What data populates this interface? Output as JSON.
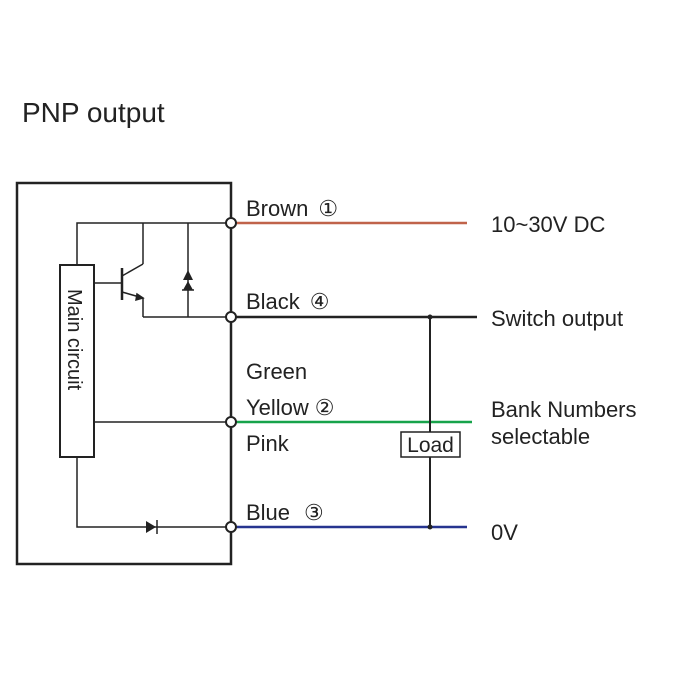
{
  "title": "PNP output",
  "circuit_block": {
    "label": "Main circuit"
  },
  "load": {
    "label": "Load"
  },
  "wires": [
    {
      "key": "brown",
      "label": "Brown",
      "terminal": "①",
      "color": "#c0634a",
      "signal": "10~30V DC"
    },
    {
      "key": "black",
      "label": "Black",
      "terminal": "④",
      "color": "#222222",
      "signal": "Switch output"
    },
    {
      "key": "yellow",
      "label": "Yellow",
      "terminal": "②",
      "color": "#17a34a",
      "alt_above": "Green",
      "alt_below": "Pink",
      "signal_line1": "Bank Numbers",
      "signal_line2": "selectable"
    },
    {
      "key": "blue",
      "label": "Blue",
      "terminal": "③",
      "color": "#26348f",
      "signal": "0V"
    }
  ]
}
